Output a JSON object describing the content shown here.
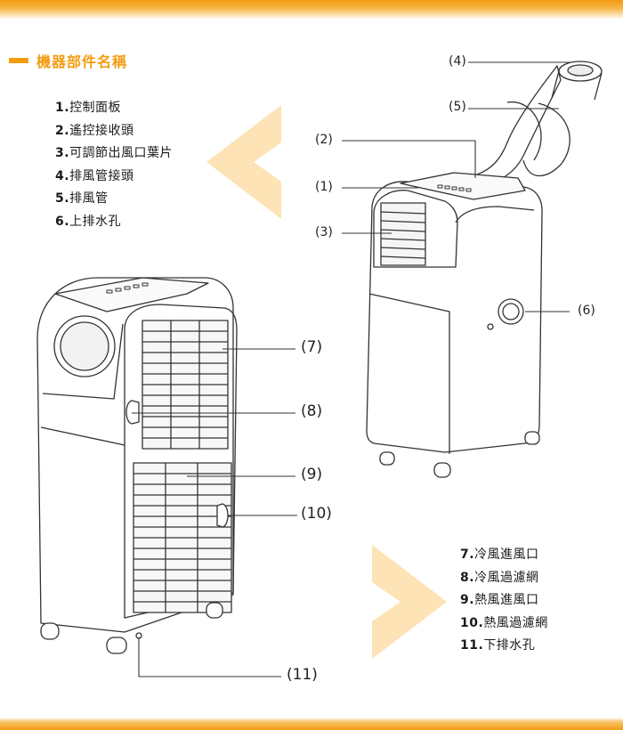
{
  "section_title": "機器部件名稱",
  "parts_top": [
    {
      "num": "1.",
      "name": "控制面板"
    },
    {
      "num": "2.",
      "name": "遙控接收頭"
    },
    {
      "num": "3.",
      "name": "可調節出風口葉片"
    },
    {
      "num": "4.",
      "name": "排風管接頭"
    },
    {
      "num": "5.",
      "name": "排風管"
    },
    {
      "num": "6.",
      "name": "上排水孔"
    }
  ],
  "parts_bottom": [
    {
      "num": "7.",
      "name": "冷風進風口"
    },
    {
      "num": "8.",
      "name": "冷風過濾網"
    },
    {
      "num": "9.",
      "name": "熱風進風口"
    },
    {
      "num": "10.",
      "name": "熱風過濾網"
    },
    {
      "num": "11.",
      "name": "下排水孔"
    }
  ],
  "callouts": {
    "c1": "(1)",
    "c2": "(2)",
    "c3": "(3)",
    "c4": "(4)",
    "c5": "(5)",
    "c6": "(6)",
    "c7": "(7)",
    "c8": "(8)",
    "c9": "(9)",
    "c10": "(10)",
    "c11": "(11)"
  },
  "colors": {
    "accent": "#f39c12",
    "chevron": "#fde3b5",
    "line": "#333333"
  },
  "icons": {
    "decor_left": "chevron-left-icon",
    "decor_right": "chevron-right-icon"
  }
}
